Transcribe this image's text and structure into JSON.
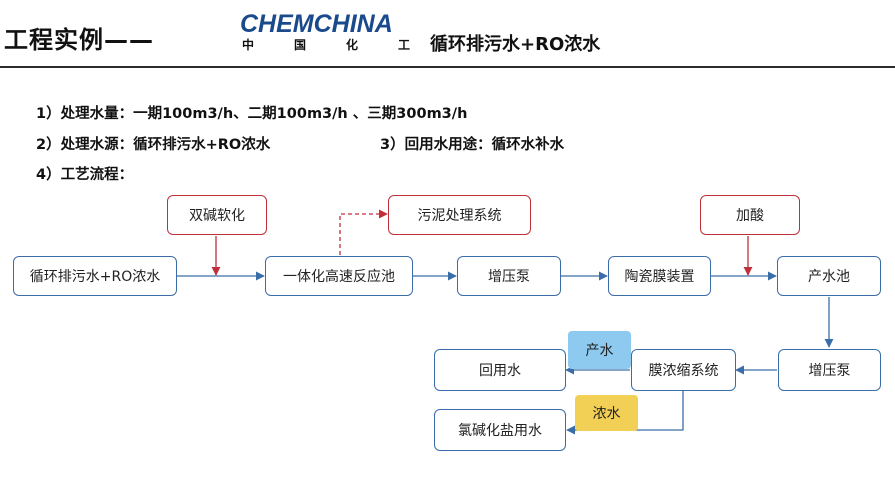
{
  "header": {
    "title": "工程实例——",
    "logo_word": "CHEMCHINA",
    "logo_cn": [
      "中",
      "国",
      "化",
      "工"
    ],
    "subtitle": "循环排污水+RO浓水",
    "rule_color": "#2b2b2b"
  },
  "info": {
    "line1": "1）处理水量：一期100m3/h、二期100m3/h 、三期300m3/h",
    "line2": "2）处理水源：循环排污水+RO浓水",
    "line3": "3）回用水用途：循环水补水",
    "line4": "4）工艺流程："
  },
  "flow": {
    "nodes": {
      "source": "循环排污水+RO浓水",
      "reactor": "一体化高速反应池",
      "booster1": "增压泵",
      "ceramic": "陶瓷膜装置",
      "tank": "产水池",
      "booster2": "增压泵",
      "concentrator": "膜浓缩系统",
      "reuse": "回用水",
      "brine_use": "氯碱化盐用水",
      "softening": "双碱软化",
      "sludge": "污泥处理系统",
      "acid": "加酸"
    },
    "tags": {
      "product": "产水",
      "concentrate": "浓水"
    }
  },
  "colors": {
    "process_border": "#3b6ea8",
    "dosing_border": "#c0303a",
    "product_tag": "#8ec9f0",
    "concentrate_tag": "#f2cf55",
    "logo_blue": "#1a4a8c",
    "logo_red": "#d7262e"
  }
}
